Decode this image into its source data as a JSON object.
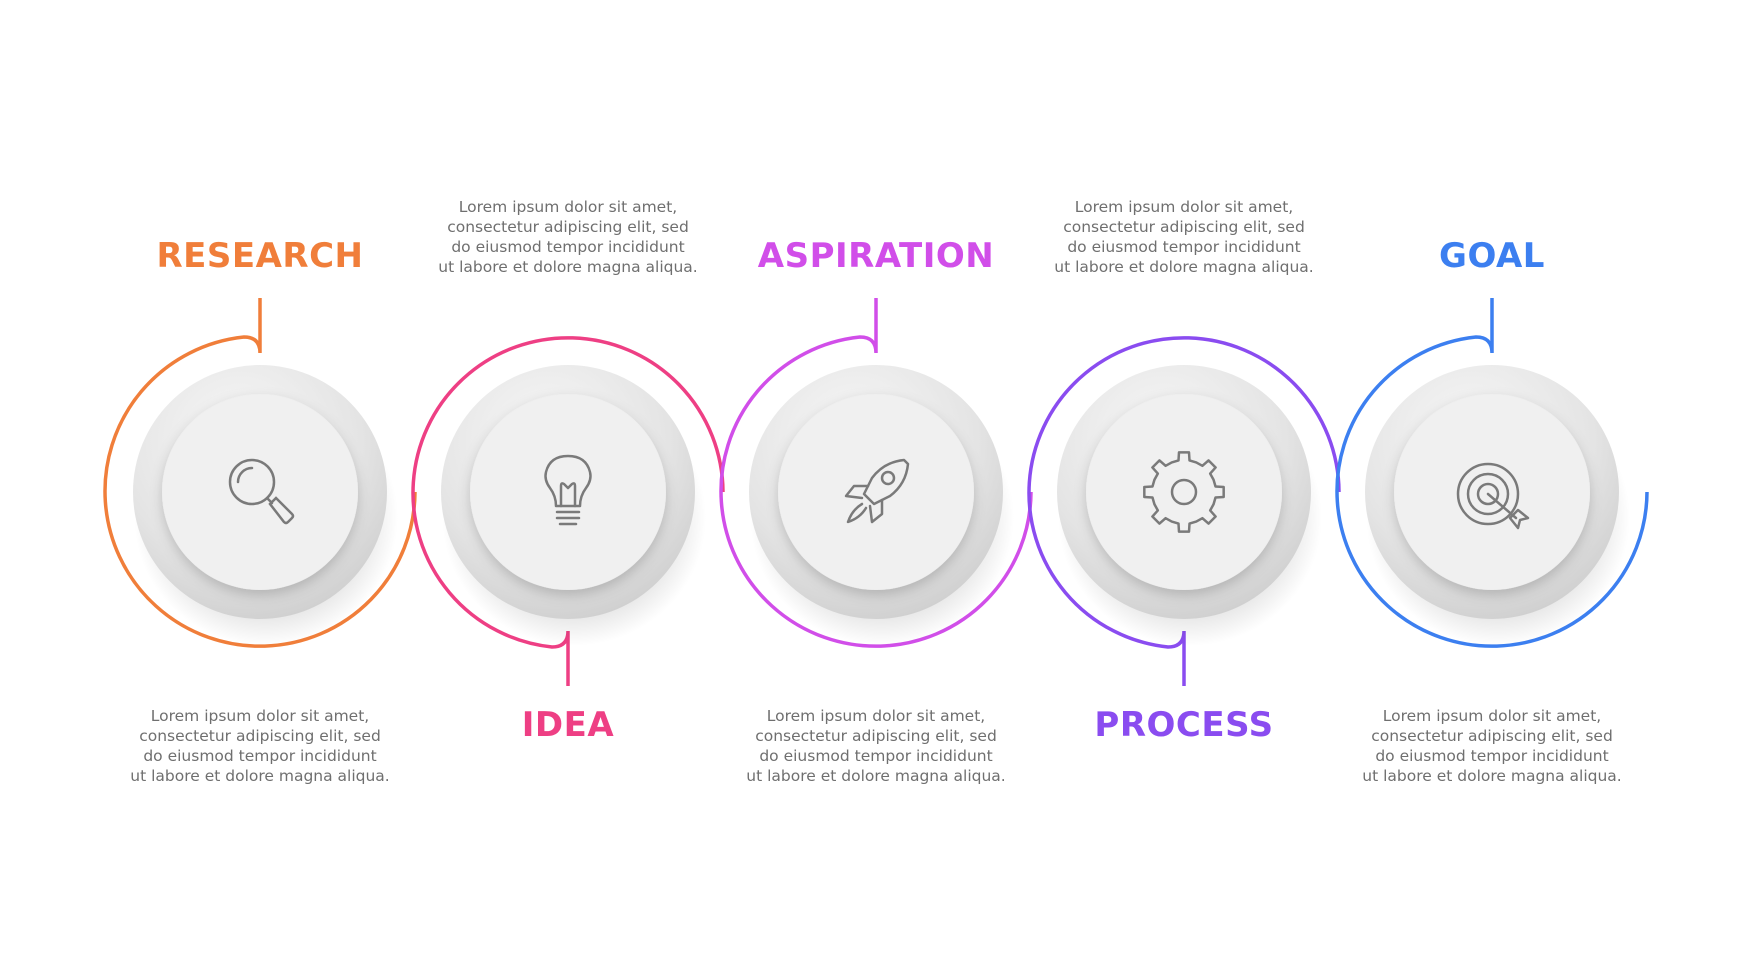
{
  "steps": [
    {
      "title": "RESEARCH",
      "color": "#f07e3a",
      "icon": "magnifier-icon",
      "text": [
        "Lorem ipsum dolor sit amet,",
        "consectetur adipiscing elit, sed",
        "do eiusmod tempor incididunt",
        "ut labore et dolore magna aliqua."
      ]
    },
    {
      "title": "IDEA",
      "color": "#ee3f84",
      "icon": "lightbulb-icon",
      "text": [
        "Lorem ipsum dolor sit amet,",
        "consectetur adipiscing elit, sed",
        "do eiusmod tempor incididunt",
        "ut labore et dolore magna aliqua."
      ]
    },
    {
      "title": "ASPIRATION",
      "color": "#d14ee9",
      "icon": "rocket-icon",
      "text": [
        "Lorem ipsum dolor sit amet,",
        "consectetur adipiscing elit, sed",
        "do eiusmod tempor incididunt",
        "ut labore et dolore magna aliqua."
      ]
    },
    {
      "title": "PROCESS",
      "color": "#8a4cf0",
      "icon": "gear-icon",
      "text": [
        "Lorem ipsum dolor sit amet,",
        "consectetur adipiscing elit, sed",
        "do eiusmod tempor incididunt",
        "ut labore et dolore magna aliqua."
      ]
    },
    {
      "title": "GOAL",
      "color": "#3c7ff0",
      "icon": "target-icon",
      "text": [
        "Lorem ipsum dolor sit amet,",
        "consectetur adipiscing elit, sed",
        "do eiusmod tempor incididunt",
        "ut labore et dolore magna aliqua."
      ]
    }
  ]
}
